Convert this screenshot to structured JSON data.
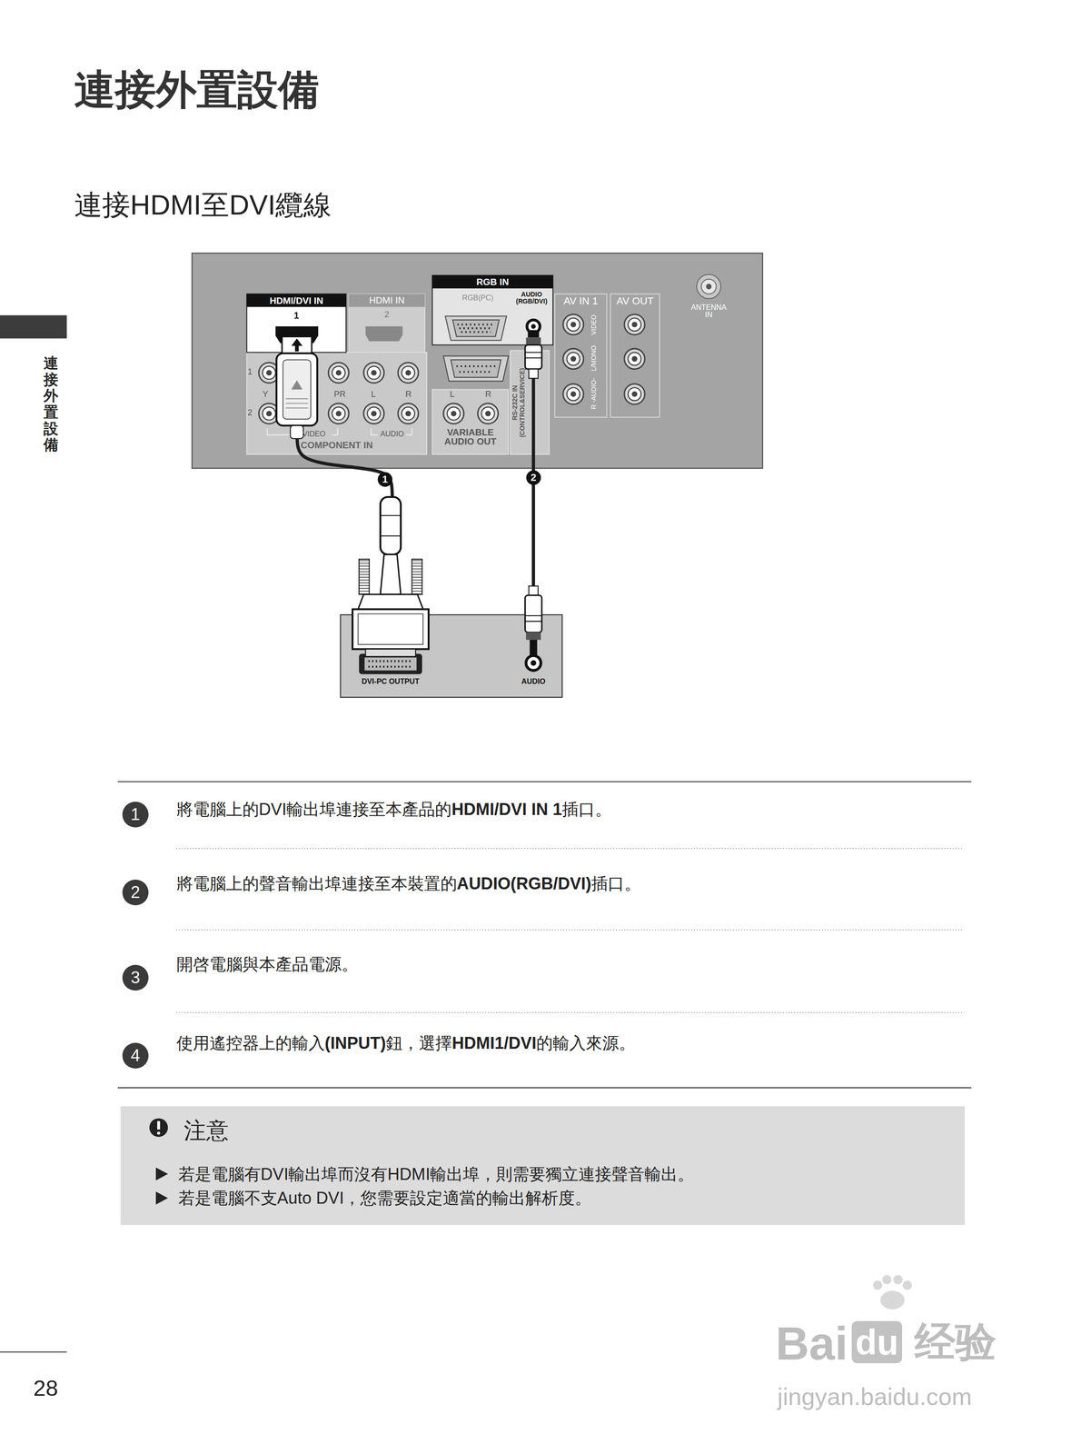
{
  "diagram": {
    "title": "連接外置設備",
    "nodes": [
      {
        "text": [
          "HDMI/DVI IN",
          "1"
        ]
      },
      {
        "text": [
          "HDMI IN",
          "2"
        ]
      },
      {
        "text": [
          "RGB IN",
          "RGB(PC)",
          "AUDIO (RGB/DVI)"
        ]
      },
      {
        "text": [
          "COMPONENT IN"
        ]
      },
      {
        "text": [
          "VARIABLE AUDIO OUT"
        ]
      },
      {
        "text": [
          "RS-232C IN (CONTROL&SERVICE)"
        ]
      },
      {
        "text": [
          "AV IN 1"
        ]
      },
      {
        "text": [
          "AV OUT"
        ]
      },
      {
        "text": [
          "DVI-PC OUTPUT",
          "AUDIO"
        ]
      },
      {
        "text": [
          "注意",
          "若是電腦有DVI輸出埠而沒有HDMI輸出埠，則需要獨立連接聲音輸出。",
          "若是電腦不支Auto DVI，您需要設定適當的輸出解析度。"
        ]
      }
    ],
    "edges": [
      {
        "from": 0,
        "to": 8,
        "arrow": "none"
      },
      {
        "from": 2,
        "to": 8,
        "arrow": "none"
      }
    ],
    "labels": [
      "連接HDMI至DVI纜線",
      "連接外置設備",
      "1",
      "2",
      "Y",
      "PR",
      "L",
      "R",
      "VIDEO",
      "AUDIO",
      "L",
      "R",
      "VIDEO",
      "L/MONO",
      "R -AUDIO-",
      "ANTENNA IN",
      "1",
      "2",
      "1",
      "2",
      "3",
      "4",
      "將電腦上的DVI輸出埠連接至本產品的",
      "HDMI/DVI IN 1",
      "插口。",
      "將電腦上的聲音輸出埠連接至本裝置的",
      "AUDIO(RGB/DVI)",
      "插口。",
      "開啓電腦與本產品電源。",
      "使用遙控器上的輸入",
      "(INPUT)",
      "鈕，選擇",
      "HDMI1/DVI",
      "的輸入來源。",
      "28",
      "Bai",
      "du",
      "经验",
      "jingyan.baidu.com"
    ]
  }
}
